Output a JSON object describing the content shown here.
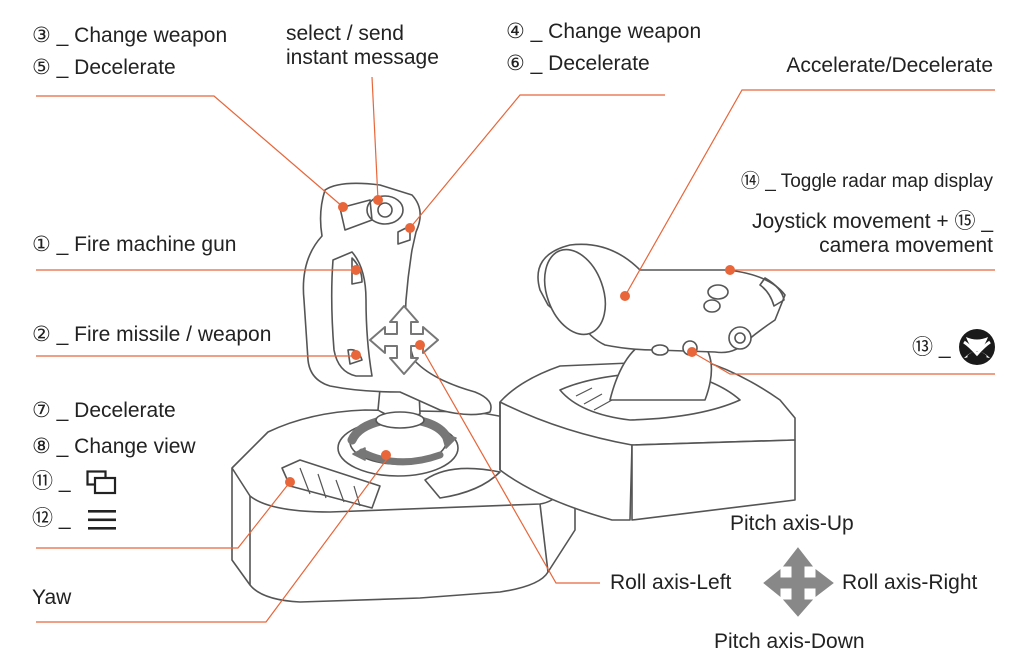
{
  "colors": {
    "leader": "#e8663a",
    "dot": "#e8663a",
    "outline": "#555555",
    "arrow": "#777777",
    "text": "#222222"
  },
  "labels": {
    "change_weapon_3": "③ _ Change weapon",
    "decelerate_5": "⑤ _ Decelerate",
    "select_send_1": "select / send",
    "select_send_2": "instant message",
    "change_weapon_4": "④ _ Change weapon",
    "decelerate_6": "⑥ _ Decelerate",
    "accelerate_decelerate": "Accelerate/Decelerate",
    "toggle_radar": "⑭ _ Toggle radar map display",
    "joystick_movement_1": "Joystick movement + ⑮ _",
    "joystick_movement_2": "camera movement",
    "fire_machine_gun": "① _ Fire machine gun",
    "fire_missile": "② _ Fire missile / weapon",
    "xbox_13": "⑬ _",
    "decelerate_7": "⑦ _ Decelerate",
    "change_view_8": "⑧ _ Change view",
    "view_11": "⑪ _",
    "menu_12": "⑫ _",
    "yaw": "Yaw",
    "pitch_up": "Pitch axis-Up",
    "roll_left": "Roll axis-Left",
    "roll_right": "Roll axis-Right",
    "pitch_down": "Pitch axis-Down"
  },
  "icons": {
    "view": "view-icon",
    "menu": "menu-icon",
    "xbox": "xbox-icon",
    "move": "four-way-arrow-icon"
  }
}
